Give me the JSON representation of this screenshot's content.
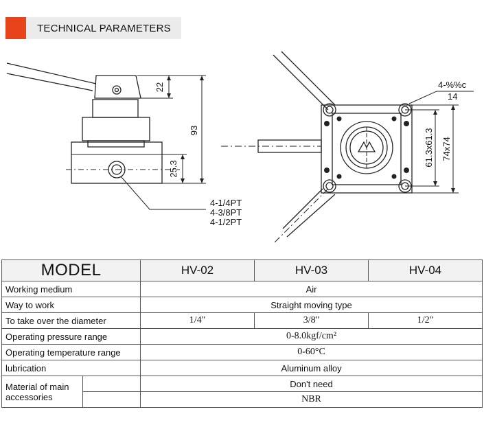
{
  "header": {
    "title": "TECHNICAL PARAMETERS",
    "accent_color": "#e8441c"
  },
  "drawing": {
    "side_view": {
      "dim_overall_height": "93",
      "dim_top": "22",
      "dim_port_height": "25.3",
      "port_callouts": [
        "4-1/4PT",
        "4-3/8PT",
        "4-1/2PT"
      ]
    },
    "front_view": {
      "hole_callout": "4-%%c",
      "hole_value": "14",
      "dim_inner": "61.3x61.3",
      "dim_outer": "74x74"
    }
  },
  "table": {
    "header": {
      "model_label": "MODEL",
      "models": [
        "HV-02",
        "HV-03",
        "HV-04"
      ]
    },
    "rows": {
      "working_medium": {
        "label": "Working medium",
        "value": "Air"
      },
      "way_to_work": {
        "label": "Way to work",
        "value": "Straight moving type"
      },
      "diameter": {
        "label": "To take over the diameter",
        "values": [
          "1/4\"",
          "3/8\"",
          "1/2\""
        ]
      },
      "pressure": {
        "label": "Operating pressure range",
        "value": "0-8.0kgf/cm²"
      },
      "temperature": {
        "label": "Operating temperature range",
        "value": "0-60°C"
      },
      "lubrication": {
        "label": "lubrication",
        "value": "Aluminum alloy"
      },
      "material": {
        "label": "Material of main accessories",
        "value_1": "Don't need",
        "value_2": "NBR"
      }
    }
  }
}
